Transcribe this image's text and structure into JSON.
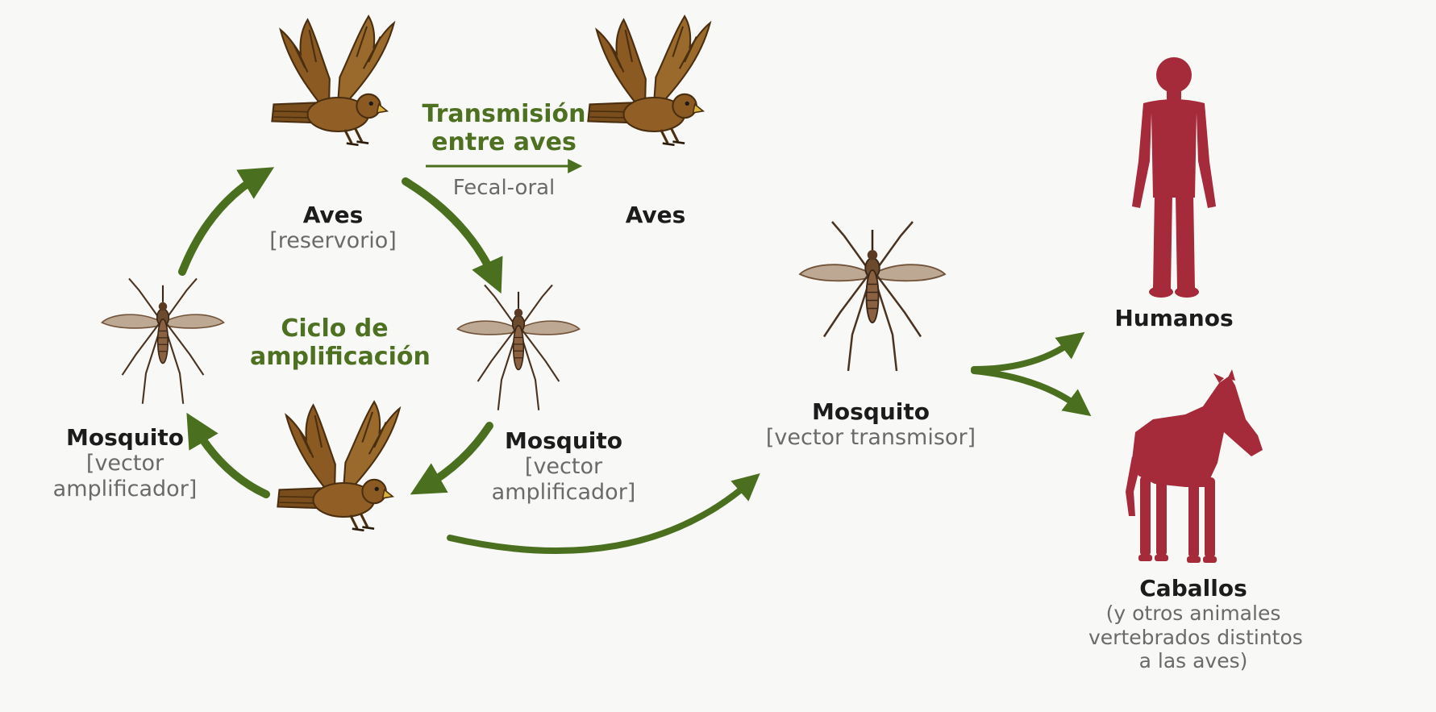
{
  "transmission": {
    "title_line1": "Transmisión",
    "title_line2": "entre aves",
    "route": "Fecal-oral"
  },
  "cycle_label": {
    "line1": "Ciclo de",
    "line2": "amplificación"
  },
  "birds": {
    "reservoir_name": "Aves",
    "reservoir_role": "[reservorio]",
    "secondary_name": "Aves"
  },
  "mosquito_left": {
    "name": "Mosquito",
    "role_line1": "[vector",
    "role_line2": "amplificador]"
  },
  "mosquito_right_cycle": {
    "name": "Mosquito",
    "role_line1": "[vector",
    "role_line2": "amplificador]"
  },
  "mosquito_transmitter": {
    "name": "Mosquito",
    "role": "[vector transmisor]"
  },
  "humans": {
    "name": "Humanos"
  },
  "horses": {
    "name": "Caballos",
    "note_line1": "(y otros animales",
    "note_line2": "vertebrados distintos",
    "note_line3": "a las aves)"
  },
  "colors": {
    "arrow_green": "#4a6f1f",
    "label_green": "#4d7021",
    "bird_brown": "#8a5a22",
    "host_red": "#a52a3a",
    "mosquito_brown": "#6b4a2e"
  },
  "icons": [
    "bird-icon",
    "mosquito-icon",
    "human-silhouette-icon",
    "horse-silhouette-icon",
    "arrow-icon"
  ]
}
